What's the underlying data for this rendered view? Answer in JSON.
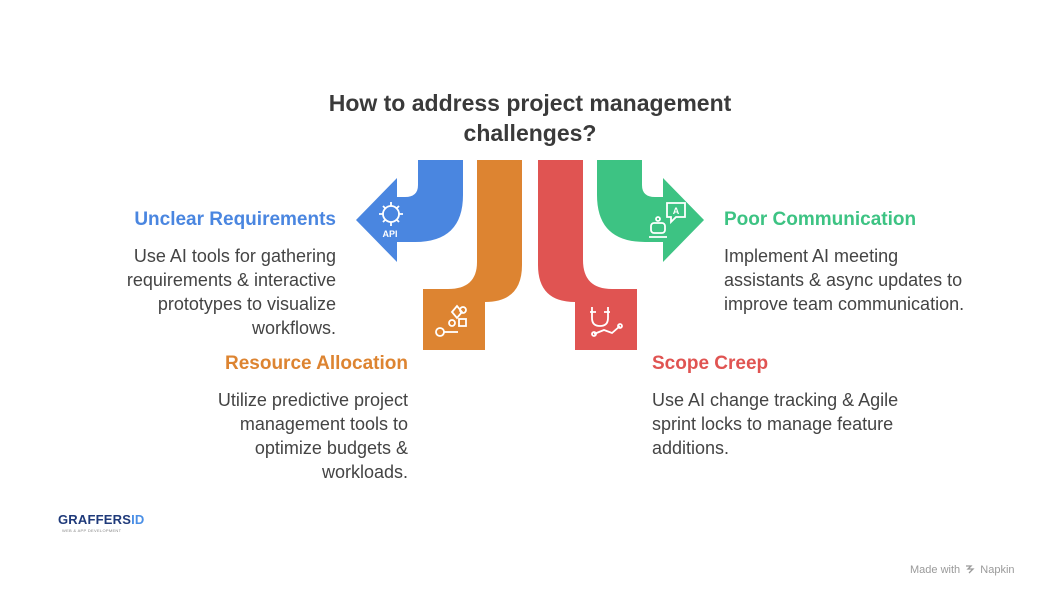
{
  "title": "How to address project management challenges?",
  "items": [
    {
      "heading": "Unclear Requirements",
      "description": "Use AI tools for gathering requirements & interactive prototypes to visualize workflows.",
      "color": "#4a86e0",
      "icon": "gear-api-icon"
    },
    {
      "heading": "Resource Allocation",
      "description": "Utilize predictive project management tools to optimize budgets & workloads.",
      "color": "#dd8431",
      "icon": "shapes-icon"
    },
    {
      "heading": "Scope Creep",
      "description": "Use AI change tracking & Agile sprint locks to manage feature additions.",
      "color": "#e05452",
      "icon": "magnet-icon"
    },
    {
      "heading": "Poor Communication",
      "description": "Implement AI meeting assistants & async updates to improve team communication.",
      "color": "#3dc383",
      "icon": "chat-bot-icon"
    }
  ],
  "logo": {
    "name_main": "GRAFFERS",
    "name_id": "ID",
    "tagline": "WEB & APP DEVELOPMENT"
  },
  "footer": {
    "made_with": "Made with",
    "brand": "Napkin"
  }
}
